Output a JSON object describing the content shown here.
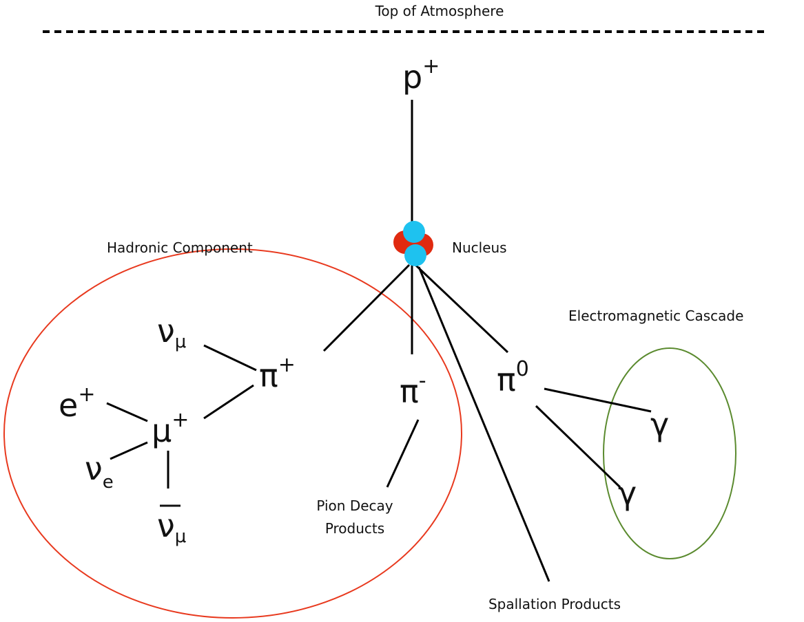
{
  "labels": {
    "top_of_atmosphere": "Top of Atmosphere",
    "nucleus": "Nucleus",
    "hadronic_component": "Hadronic Component",
    "electromagnetic_cascade": "Electromagnetic Cascade",
    "pion_decay_line1": "Pion Decay",
    "pion_decay_line2": "Products",
    "spallation_products": "Spallation Products"
  },
  "particles": {
    "proton": {
      "base": "p",
      "sup": "+"
    },
    "pi_plus": {
      "base": "π",
      "sup": "+"
    },
    "pi_minus": {
      "base": "π",
      "sup": "-"
    },
    "pi_zero": {
      "base": "π",
      "sup": "0"
    },
    "muon_neutrino": {
      "base": "ν",
      "sub": "μ"
    },
    "positron": {
      "base": "e",
      "sup": "+"
    },
    "muon_plus": {
      "base": "μ",
      "sup": "+"
    },
    "electron_neutrino": {
      "base": "ν",
      "sub": "e"
    },
    "muon_antineutrino": {
      "base": "ν",
      "sub": "μ"
    },
    "gamma_1": {
      "base": "γ"
    },
    "gamma_2": {
      "base": "γ"
    }
  },
  "colors": {
    "hadronic_ellipse": "#e8391e",
    "em_ellipse": "#5a8a2e",
    "proton_ball": "#e02a10",
    "neutron_ball": "#1ec2ef",
    "line": "#000000"
  }
}
